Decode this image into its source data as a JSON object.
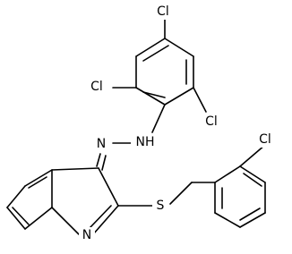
{
  "molecule": {
    "atom_labels": {
      "cl_top": "Cl",
      "cl_left": "Cl",
      "cl_right": "Cl",
      "cl_benzyl": "Cl",
      "nh": "NH",
      "n_azo": "N",
      "s": "S",
      "n_ring": "N"
    }
  }
}
